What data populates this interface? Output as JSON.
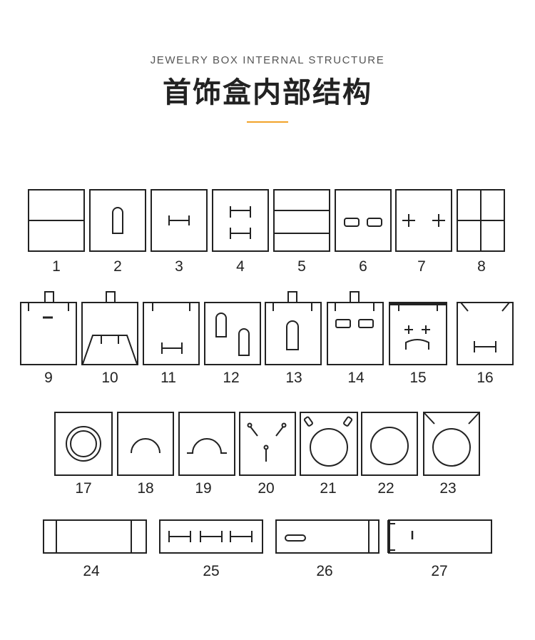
{
  "header": {
    "subtitle": "JEWELRY BOX INTERNAL STRUCTURE",
    "title": "首饰盒内部结构"
  },
  "colors": {
    "accent": "#f2a32a",
    "stroke": "#222222"
  },
  "boxes": {
    "b1": "1",
    "b2": "2",
    "b3": "3",
    "b4": "4",
    "b5": "5",
    "b6": "6",
    "b7": "7",
    "b8": "8",
    "b9": "9",
    "b10": "10",
    "b11": "11",
    "b12": "12",
    "b13": "13",
    "b14": "14",
    "b15": "15",
    "b16": "16",
    "b17": "17",
    "b18": "18",
    "b19": "19",
    "b20": "20",
    "b21": "21",
    "b22": "22",
    "b23": "23",
    "b24": "24",
    "b25": "25",
    "b26": "26",
    "b27": "27"
  }
}
